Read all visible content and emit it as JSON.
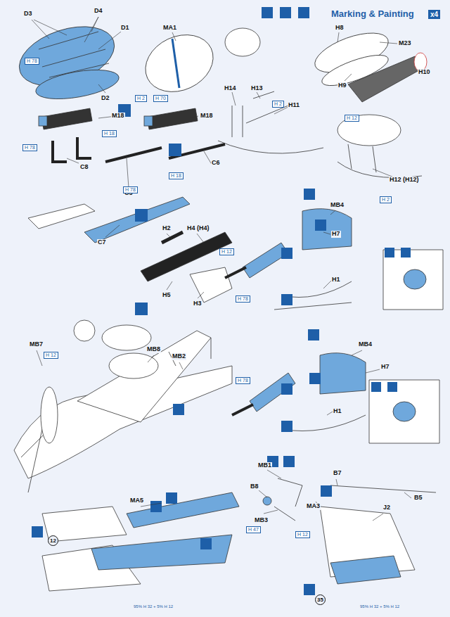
{
  "diagram": {
    "labels": [
      "D3",
      "D4",
      "D1",
      "D2",
      "MA1",
      "H8",
      "M23",
      "H9",
      "H10",
      "H14",
      "H13",
      "H11",
      "M18",
      "M18",
      "C8",
      "C5",
      "C6",
      "H12 (H12)",
      "MB4",
      "H7",
      "H1",
      "C7",
      "H2",
      "H4 (H4)",
      "H5",
      "H3",
      "MB7",
      "MB8",
      "MB2",
      "MB4",
      "H7",
      "H1",
      "MB1",
      "B7",
      "B5",
      "B8",
      "MA3",
      "J2",
      "MB3",
      "MA5",
      "12",
      "35",
      "95% H 32 + 5% H 12",
      "95% H 32 + 5% H 12",
      "Marking & Painting",
      "x4",
      "H 78",
      "H 2",
      "H 70",
      "H 78",
      "H 18",
      "H 18",
      "H 2",
      "H 12",
      "H 2",
      "H 78",
      "H 12",
      "H 78",
      "H 12",
      "H 78",
      "H 47",
      "H 12"
    ]
  }
}
